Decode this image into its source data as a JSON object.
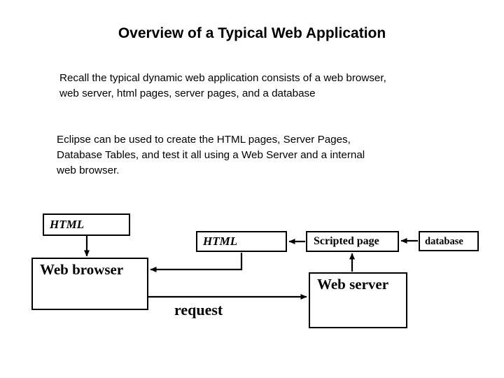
{
  "slide": {
    "title": "Overview of a Typical Web Application",
    "paragraphs": [
      "Recall the typical dynamic web application consists of a web browser,\nweb server, html pages, server pages, and a database",
      "Eclipse can be used to create the HTML pages, Server Pages,\nDatabase Tables, and test it all using a Web Server and a internal\nweb browser."
    ],
    "background_color": "#ffffff",
    "text_color": "#000000"
  },
  "diagram": {
    "nodes": [
      {
        "id": "html-top",
        "label": "HTML"
      },
      {
        "id": "html-mid",
        "label": "HTML"
      },
      {
        "id": "scripted-page",
        "label": "Scripted page"
      },
      {
        "id": "database",
        "label": "database"
      },
      {
        "id": "web-browser",
        "label": "Web browser"
      },
      {
        "id": "web-server",
        "label": "Web server"
      }
    ],
    "edges": [
      {
        "from": "html-top",
        "to": "web-browser",
        "label": ""
      },
      {
        "from": "scripted-page",
        "to": "html-mid",
        "label": ""
      },
      {
        "from": "database",
        "to": "scripted-page",
        "label": ""
      },
      {
        "from": "web-server",
        "to": "scripted-page",
        "label": ""
      },
      {
        "from": "html-mid",
        "to": "web-browser",
        "label": ""
      },
      {
        "from": "web-browser",
        "to": "web-server",
        "label": "request"
      }
    ],
    "edge_labels": {
      "request": "request"
    },
    "line_color": "#000000"
  }
}
